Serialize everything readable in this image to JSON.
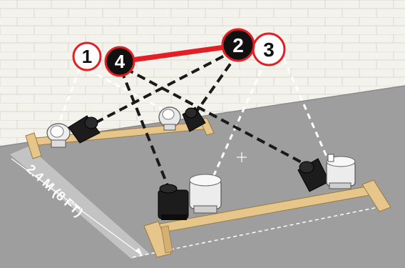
{
  "markers": [
    {
      "id": "m1",
      "label": "1",
      "style": "white"
    },
    {
      "id": "m4",
      "label": "4",
      "style": "black"
    },
    {
      "id": "m2",
      "label": "2",
      "style": "black"
    },
    {
      "id": "m3",
      "label": "3",
      "style": "white"
    }
  ],
  "dimension_label": "2.4 M (8 FT)",
  "colors": {
    "wall": "#f4f2ec",
    "brick_line": "#dedad0",
    "floor": "#9e9e9e",
    "wood": "#e6c68a",
    "wood_edge": "#9a7a43",
    "red": "#e31e24",
    "dark": "#1a1a1a"
  }
}
